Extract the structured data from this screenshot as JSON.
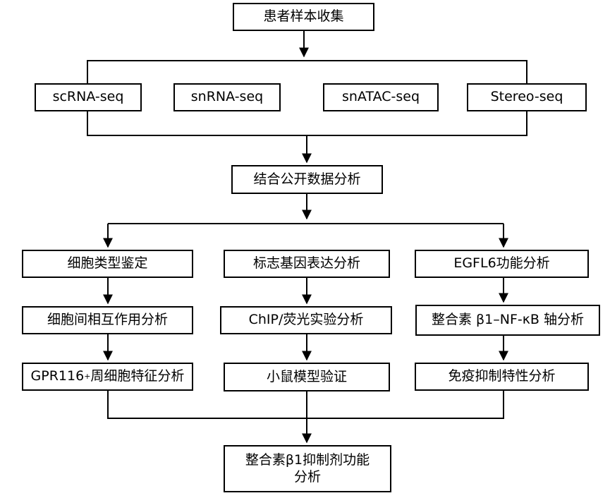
{
  "nodes": {
    "collect": "患者样本收集",
    "scrna": "scRNA-seq",
    "snrna": "snRNA-seq",
    "snatac": "snATAC-seq",
    "stereo": "Stereo-seq",
    "public": "结合公开数据分析",
    "celltype": "细胞类型鉴定",
    "interaction_pre": "细胞间相互作用分析",
    "gpr_a": "GPR116",
    "gpr_sup": "+",
    "gpr_b": "周细胞特征分析",
    "marker": "标志基因表达分析",
    "chip": "ChIP/荧光实验分析",
    "mouse": "小鼠模型验证",
    "egfl6": "EGFL6功能分析",
    "integrin": "整合素 β1–NF-κB 轴分析",
    "immune": "免疫抑制特性分析",
    "inhibitor": "整合素β1抑制剂功能分析"
  },
  "colors": {
    "line": "#000000",
    "box_border": "#000000",
    "text": "#000000"
  }
}
